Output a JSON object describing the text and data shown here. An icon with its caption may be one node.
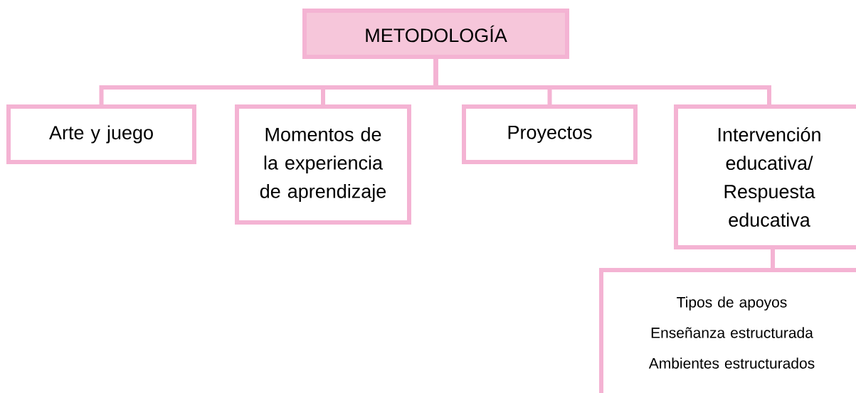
{
  "diagram": {
    "nodes": [
      {
        "text": [
          "METODOLOGÍA"
        ]
      },
      {
        "text": [
          "Arte y juego"
        ]
      },
      {
        "text": [
          "Momentos de la experiencia de aprendizaje"
        ]
      },
      {
        "text": [
          "Proyectos"
        ]
      },
      {
        "text": [
          "Intervención educativa/ Respuesta educativa"
        ]
      },
      {
        "text": [
          "Tipos de apoyos",
          "Enseñanza estructurada",
          "Ambientes estructurados"
        ]
      }
    ],
    "edges": [
      {
        "from": 0,
        "to": 1,
        "arrow": "none"
      },
      {
        "from": 0,
        "to": 2,
        "arrow": "none"
      },
      {
        "from": 0,
        "to": 3,
        "arrow": "none"
      },
      {
        "from": 0,
        "to": 4,
        "arrow": "none"
      },
      {
        "from": 4,
        "to": 5,
        "arrow": "none"
      }
    ]
  }
}
